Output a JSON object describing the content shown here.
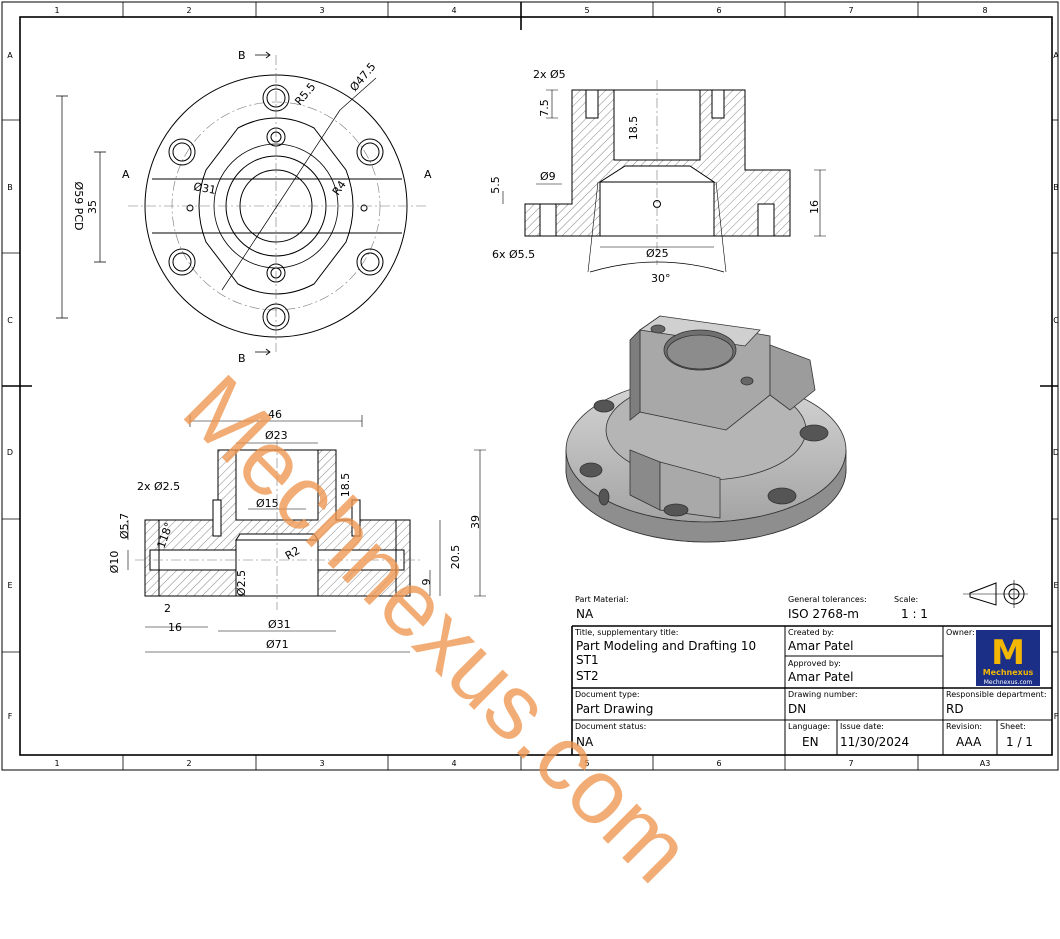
{
  "frame": {
    "col_labels": [
      "1",
      "2",
      "3",
      "4",
      "5",
      "6",
      "7",
      "8"
    ],
    "row_labels": [
      "A",
      "B",
      "C",
      "D",
      "E",
      "F"
    ]
  },
  "views": {
    "top": {
      "section_marks": [
        "B",
        "B",
        "A",
        "A"
      ],
      "dims": [
        "R5.5",
        "Ø47.5",
        "Ø59 PCD",
        "35",
        "Ø31",
        "R4"
      ]
    },
    "side": {
      "dims": [
        "2x Ø5",
        "7.5",
        "18.5",
        "5.5",
        "Ø9",
        "16",
        "6x Ø5.5",
        "Ø25",
        "30°"
      ]
    },
    "front": {
      "dims": [
        "46",
        "Ø23",
        "2x Ø2.5",
        "18.5",
        "Ø15",
        "Ø5.7",
        "118°",
        "R2",
        "39",
        "20.5",
        "Ø10",
        "Ø2.5",
        "9",
        "2",
        "16",
        "Ø31",
        "Ø71"
      ]
    }
  },
  "watermark": "Mechnexus.com",
  "projection_symbol": "first-angle-projection-icon",
  "title_block": {
    "part_material_label": "Part Material:",
    "part_material": "NA",
    "gen_tol_label": "General tolerances:",
    "gen_tol": "ISO 2768-m",
    "scale_label": "Scale:",
    "scale": "1 : 1",
    "title_label": "Title, supplementary title:",
    "title": "Part Modeling and Drafting 10",
    "st1": "ST1",
    "st2": "ST2",
    "created_by_label": "Created by:",
    "created_by": "Amar Patel",
    "approved_by_label": "Approved by:",
    "approved_by": "Amar Patel",
    "owner_label": "Owner:",
    "logo_letter": "M",
    "logo_name": "Mechnexus",
    "logo_url": "Mechnexus.com",
    "doc_type_label": "Document type:",
    "doc_type": "Part Drawing",
    "drawing_number_label": "Drawing number:",
    "drawing_number": "DN",
    "resp_dept_label": "Responsible department:",
    "resp_dept": "RD",
    "doc_status_label": "Document status:",
    "doc_status": "NA",
    "language_label": "Language:",
    "language": "EN",
    "issue_date_label": "Issue date:",
    "issue_date": "11/30/2024",
    "revision_label": "Revision:",
    "revision": "AAA",
    "sheet_label": "Sheet:",
    "sheet": "1 / 1",
    "sheet_size": "A3"
  }
}
